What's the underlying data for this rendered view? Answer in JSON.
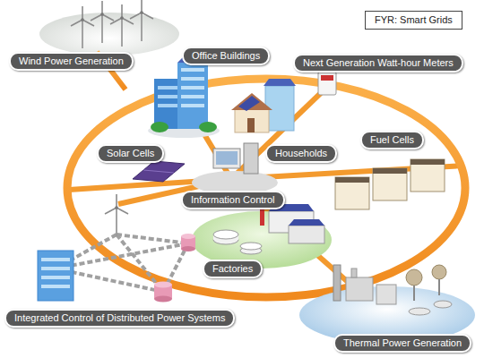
{
  "diagram": {
    "nodes": [
      {
        "text": [
          "FYR: Smart Grids"
        ]
      },
      {
        "text": [
          "Office Buildings"
        ]
      },
      {
        "text": [
          "Wind Power Generation"
        ]
      },
      {
        "text": [
          "Next Generation Watt-hour Meters"
        ]
      },
      {
        "text": [
          "Fuel Cells"
        ]
      },
      {
        "text": [
          "Solar Cells"
        ]
      },
      {
        "text": [
          "Households"
        ]
      },
      {
        "text": [
          "Information Control"
        ]
      },
      {
        "text": [
          "Factories"
        ]
      },
      {
        "text": [
          "Integrated Control of Distributed Power Systems"
        ]
      },
      {
        "text": [
          "Thermal Power Generation"
        ]
      }
    ]
  }
}
